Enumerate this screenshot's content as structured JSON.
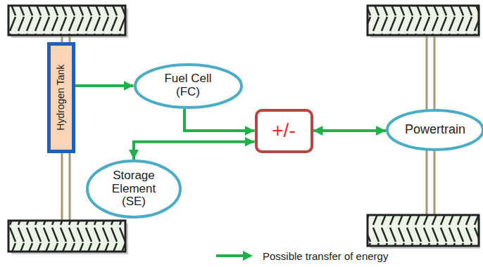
{
  "diagram": {
    "nodes": [
      {
        "text": [
          "Hydrogen Tank"
        ]
      },
      {
        "text": [
          "Fuel Cell (FC)"
        ]
      },
      {
        "text": [
          "+/-"
        ]
      },
      {
        "text": [
          "Storage Element (SE)"
        ]
      },
      {
        "text": [
          "Powertrain"
        ]
      }
    ],
    "edges": [
      {
        "from": 0,
        "to": 1,
        "arrow": "to"
      },
      {
        "from": 1,
        "to": 2,
        "arrow": "to"
      },
      {
        "from": 3,
        "to": 2,
        "arrow": "both"
      },
      {
        "from": 2,
        "to": 4,
        "arrow": "both"
      }
    ],
    "legend": [
      {
        "text": "Possible transfer of energy"
      }
    ]
  }
}
